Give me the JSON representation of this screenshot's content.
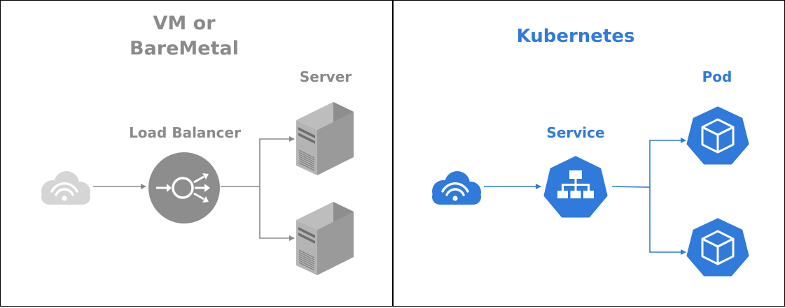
{
  "left": {
    "title_line1": "VM or",
    "title_line2": "BareMetal",
    "load_balancer_label": "Load Balancer",
    "server_label": "Server"
  },
  "right": {
    "title": "Kubernetes",
    "service_label": "Service",
    "pod_label": "Pod"
  },
  "colors": {
    "left_accent": "#8a8a8a",
    "right_accent": "#2f7adb",
    "border": "#000000"
  },
  "icons": [
    "wifi-cloud-icon",
    "load-balancer-icon",
    "server-tower-icon",
    "kubernetes-service-icon",
    "kubernetes-pod-icon"
  ]
}
